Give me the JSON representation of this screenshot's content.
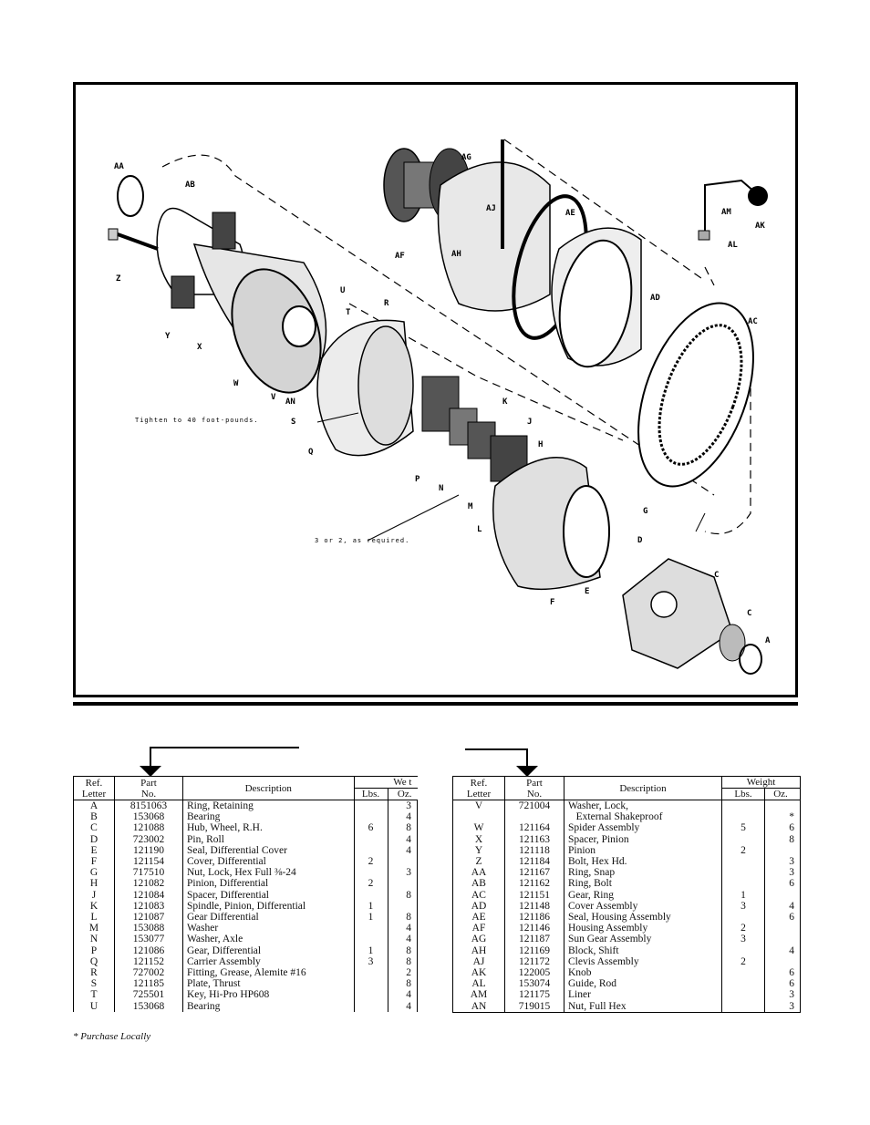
{
  "figure": {
    "callouts": {
      "AA": "AA",
      "AB": "AB",
      "Z": "Z",
      "Y": "Y",
      "X": "X",
      "W": "W",
      "V": "V",
      "AN": "AN",
      "U": "U",
      "T": "T",
      "R": "R",
      "S": "S",
      "Q": "Q",
      "P": "P",
      "N": "N",
      "M": "M",
      "L": "L",
      "K": "K",
      "J": "J",
      "H": "H",
      "G": "G",
      "F": "F",
      "E": "E",
      "D": "D",
      "C1": "C",
      "C2": "C",
      "A": "A",
      "AG": "AG",
      "AJ": "AJ",
      "AH": "AH",
      "AF": "AF",
      "AE": "AE",
      "AD": "AD",
      "AC": "AC",
      "AM": "AM",
      "AL": "AL",
      "AK": "AK"
    },
    "note_torque": "Tighten to 40 foot-pounds.",
    "note_required": "3 or 2, as required."
  },
  "table_left": {
    "headers": {
      "ref": [
        "Ref.",
        "Letter"
      ],
      "part": [
        "Part",
        "No."
      ],
      "desc": "Description",
      "weight": "We   t",
      "lbs": "Lbs.",
      "oz": "Oz."
    },
    "rows": [
      {
        "ref": "A",
        "part": "8151063",
        "desc": "Ring, Retaining",
        "lbs": "",
        "oz": "3"
      },
      {
        "ref": "B",
        "part": "153068",
        "desc": "Bearing",
        "lbs": "",
        "oz": "4"
      },
      {
        "ref": "C",
        "part": "121088",
        "desc": "Hub, Wheel, R.H.",
        "lbs": "6",
        "oz": "8"
      },
      {
        "ref": "D",
        "part": "723002",
        "desc": "Pin, Roll",
        "lbs": "",
        "oz": "4"
      },
      {
        "ref": "E",
        "part": "121190",
        "desc": "Seal, Differential Cover",
        "lbs": "",
        "oz": "4"
      },
      {
        "ref": "F",
        "part": "121154",
        "desc": "Cover, Differential",
        "lbs": "2",
        "oz": ""
      },
      {
        "ref": "G",
        "part": "717510",
        "desc": "Nut, Lock, Hex Full ⅜-24",
        "lbs": "",
        "oz": "3"
      },
      {
        "ref": "H",
        "part": "121082",
        "desc": "Pinion, Differential",
        "lbs": "2",
        "oz": ""
      },
      {
        "ref": "J",
        "part": "121084",
        "desc": "Spacer, Differential",
        "lbs": "",
        "oz": "8"
      },
      {
        "ref": "K",
        "part": "121083",
        "desc": "Spindle, Pinion, Differential",
        "lbs": "1",
        "oz": ""
      },
      {
        "ref": "L",
        "part": "121087",
        "desc": "Gear Differential",
        "lbs": "1",
        "oz": "8"
      },
      {
        "ref": "M",
        "part": "153088",
        "desc": "Washer",
        "lbs": "",
        "oz": "4"
      },
      {
        "ref": "N",
        "part": "153077",
        "desc": "Washer, Axle",
        "lbs": "",
        "oz": "4"
      },
      {
        "ref": "P",
        "part": "121086",
        "desc": "Gear, Differential",
        "lbs": "1",
        "oz": "8"
      },
      {
        "ref": "Q",
        "part": "121152",
        "desc": "Carrier Assembly",
        "lbs": "3",
        "oz": "8"
      },
      {
        "ref": "R",
        "part": "727002",
        "desc": "Fitting, Grease, Alemite #16",
        "lbs": "",
        "oz": "2"
      },
      {
        "ref": "S",
        "part": "121185",
        "desc": "Plate, Thrust",
        "lbs": "",
        "oz": "8"
      },
      {
        "ref": "T",
        "part": "725501",
        "desc": "Key, Hi-Pro HP608",
        "lbs": "",
        "oz": "4"
      },
      {
        "ref": "U",
        "part": "153068",
        "desc": "Bearing",
        "lbs": "",
        "oz": "4"
      }
    ]
  },
  "table_right": {
    "headers": {
      "ref": [
        "Ref.",
        "Letter"
      ],
      "part": [
        "Part",
        "No."
      ],
      "desc": "Description",
      "weight": "Weight",
      "lbs": "Lbs.",
      "oz": "Oz."
    },
    "rows": [
      {
        "ref": "V",
        "part": "721004",
        "desc": "Washer, Lock,",
        "lbs": "",
        "oz": ""
      },
      {
        "ref": "",
        "part": "",
        "desc": "   External Shakeproof",
        "lbs": "",
        "oz": "*"
      },
      {
        "ref": "W",
        "part": "121164",
        "desc": "Spider Assembly",
        "lbs": "5",
        "oz": "6"
      },
      {
        "ref": "X",
        "part": "121163",
        "desc": "Spacer, Pinion",
        "lbs": "",
        "oz": "8"
      },
      {
        "ref": "Y",
        "part": "121118",
        "desc": "Pinion",
        "lbs": "2",
        "oz": ""
      },
      {
        "ref": "Z",
        "part": "121184",
        "desc": "Bolt, Hex Hd.",
        "lbs": "",
        "oz": "3"
      },
      {
        "ref": "AA",
        "part": "121167",
        "desc": "Ring, Snap",
        "lbs": "",
        "oz": "3"
      },
      {
        "ref": "AB",
        "part": "121162",
        "desc": "Ring, Bolt",
        "lbs": "",
        "oz": "6"
      },
      {
        "ref": "AC",
        "part": "121151",
        "desc": "Gear, Ring",
        "lbs": "1",
        "oz": ""
      },
      {
        "ref": "AD",
        "part": "121148",
        "desc": "Cover Assembly",
        "lbs": "3",
        "oz": "4"
      },
      {
        "ref": "AE",
        "part": "121186",
        "desc": "Seal, Housing Assembly",
        "lbs": "",
        "oz": "6"
      },
      {
        "ref": "AF",
        "part": "121146",
        "desc": "Housing Assembly",
        "lbs": "2",
        "oz": ""
      },
      {
        "ref": "AG",
        "part": "121187",
        "desc": "Sun Gear Assembly",
        "lbs": "3",
        "oz": ""
      },
      {
        "ref": "AH",
        "part": "121169",
        "desc": "Block, Shift",
        "lbs": "",
        "oz": "4"
      },
      {
        "ref": "AJ",
        "part": "121172",
        "desc": "Clevis Assembly",
        "lbs": "2",
        "oz": ""
      },
      {
        "ref": "AK",
        "part": "122005",
        "desc": "Knob",
        "lbs": "",
        "oz": "6"
      },
      {
        "ref": "AL",
        "part": "153074",
        "desc": "Guide, Rod",
        "lbs": "",
        "oz": "6"
      },
      {
        "ref": "AM",
        "part": "121175",
        "desc": "Liner",
        "lbs": "",
        "oz": "3"
      },
      {
        "ref": "AN",
        "part": "719015",
        "desc": "Nut, Full Hex",
        "lbs": "",
        "oz": "3"
      }
    ]
  },
  "footnote": "* Purchase Locally"
}
